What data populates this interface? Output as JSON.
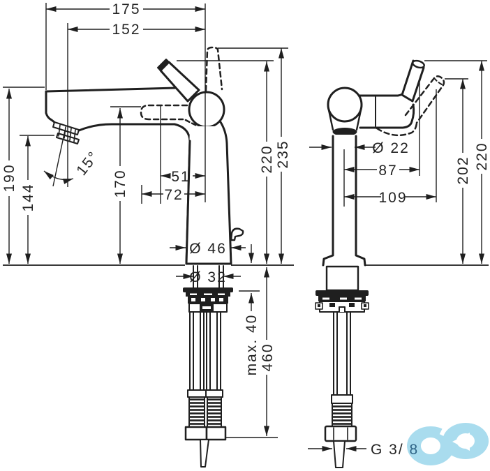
{
  "diagram": {
    "kind": "faucet-dimension-drawing",
    "colors": {
      "line": "#1f1f1f",
      "background": "#ffffff",
      "watermark": "#a9dcee",
      "thread_digit": "#2f6486"
    },
    "dims": {
      "total_width": "175",
      "spout_reach": "152",
      "spout_height": "190",
      "aerator_height": "144",
      "spray_angle": "15°",
      "clearance_height": "170",
      "offset_51": "51",
      "offset_72": "72",
      "handle_height_side": "220",
      "handle_up_height": "235",
      "base_diameter": "Ø 46",
      "shank_diameter": "Ø 32",
      "max_plate_thickness": "max. 40",
      "hose_length": "460",
      "spout_diameter": "Ø 22",
      "offset_87": "87",
      "offset_109": "109",
      "handle_side_height_front": "202",
      "handle_height_front": "220",
      "thread_prefix": "G 3/",
      "thread_suffix": "8"
    }
  }
}
